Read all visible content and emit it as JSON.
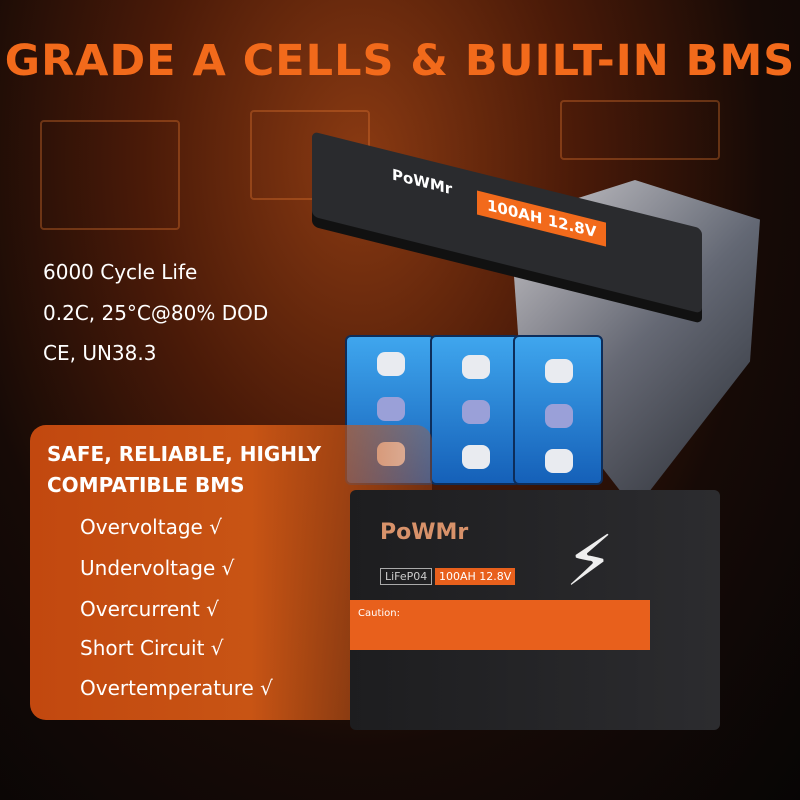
{
  "title": "GRADE A CELLS & BUILT-IN BMS",
  "specs": [
    "6000 Cycle Life",
    "0.2C, 25°C@80% DOD",
    "CE, UN38.3"
  ],
  "bms": {
    "heading_line1": "SAFE, RELIABLE, HIGHLY",
    "heading_line2": "COMPATIBLE BMS",
    "items": [
      "Overvoltage √",
      "Undervoltage √",
      "Overcurrent √",
      "Short Circuit √",
      "Overtemperature √"
    ]
  },
  "product": {
    "brand": "PoWMr",
    "rating": "100AH 12.8V",
    "chemistry": "LiFeP04",
    "caution": "Caution:"
  },
  "colors": {
    "accent": "#f26a1b",
    "panel": "#c2480f"
  }
}
